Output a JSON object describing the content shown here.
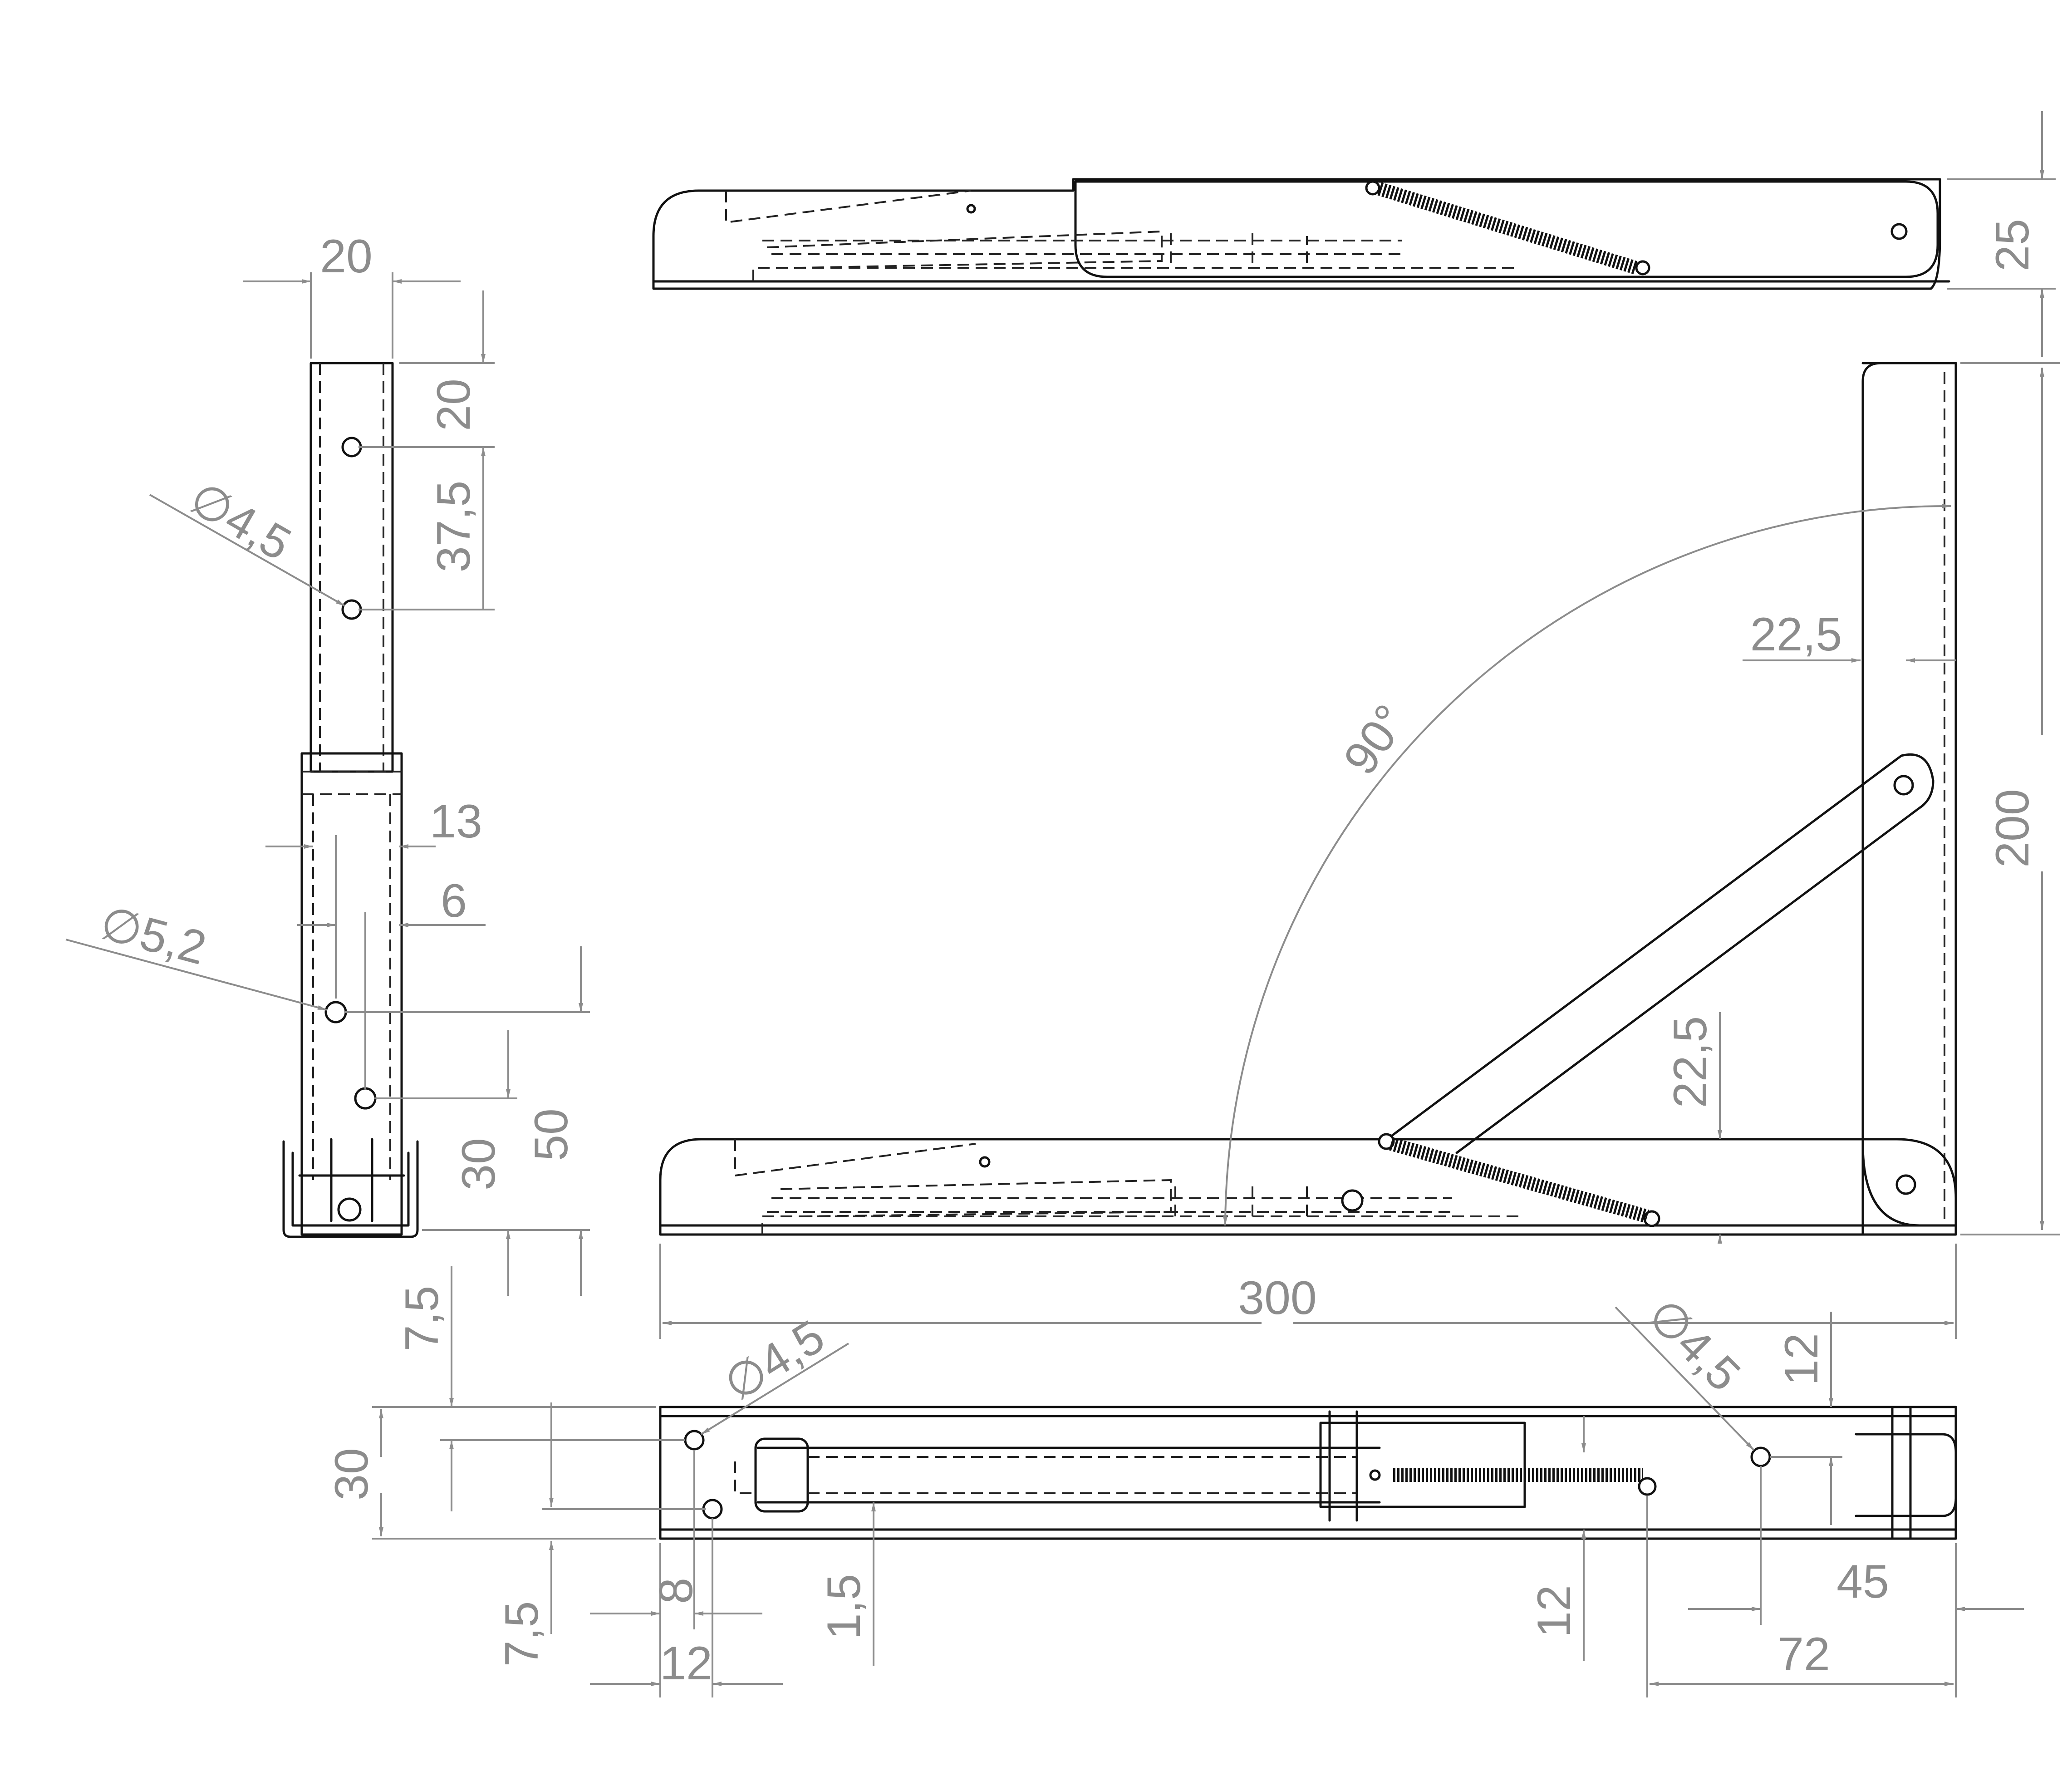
{
  "dimensions": {
    "side_width": "20",
    "side_top_offset": "20",
    "side_hole_spacing": "37,5",
    "side_hole_dia_top": "4,5",
    "side_inset_13": "13",
    "side_inset_6": "6",
    "side_hole_dia_lower": "5,2",
    "side_height_30": "30",
    "side_height_50": "50",
    "top_view_height": "25",
    "front_height": "200",
    "front_inset_22_5": "22,5",
    "angle": "90°",
    "front_low_22_5": "22,5",
    "front_length": "300",
    "bottom_offset_7_5_top": "7,5",
    "bottom_hole_dia_left": "4,5",
    "bottom_hole_dia_right": "4,5",
    "bottom_offset_12_right": "12",
    "bottom_width_30": "30",
    "bottom_offset_7_5_left": "7,5",
    "bottom_dim_8": "8",
    "bottom_dim_12": "12",
    "bottom_dim_1_5": "1,5",
    "bottom_dim_12_center": "12",
    "bottom_dim_45": "45",
    "bottom_dim_72": "72"
  },
  "symbols": {
    "diameter": "∅"
  }
}
